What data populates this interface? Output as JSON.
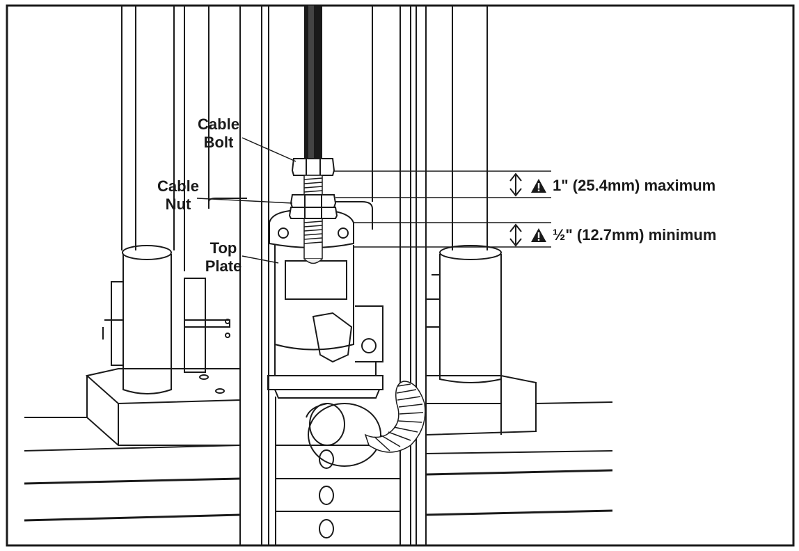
{
  "labels": {
    "cable_bolt": [
      "Cable",
      "Bolt"
    ],
    "cable_nut": [
      "Cable",
      "Nut"
    ],
    "top_plate": [
      "Top",
      "Plate"
    ]
  },
  "specs": {
    "maximum": "1\" (25.4mm) maximum",
    "minimum": "½\" (12.7mm) minimum"
  },
  "icons": {
    "warning": "warning-triangle-icon",
    "double_arrow": "double-arrow-icon"
  },
  "colors": {
    "ink": "#1a1a1a",
    "background": "#ffffff"
  }
}
